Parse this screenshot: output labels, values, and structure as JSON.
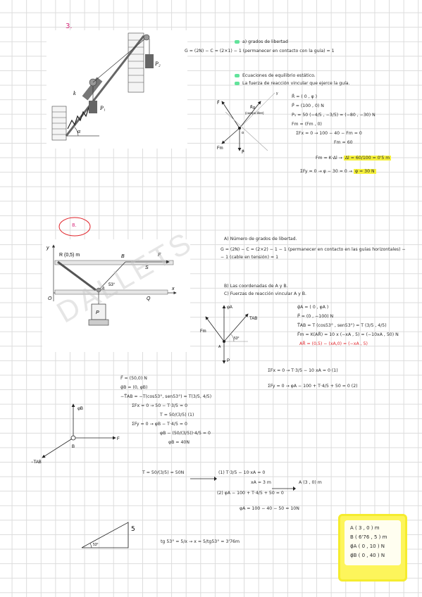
{
  "problem3": {
    "number": "3.",
    "fig": {
      "k": "k",
      "P1": "P₁",
      "P2": "P₂",
      "alpha": "α"
    },
    "a_label": "a) grados de libertad",
    "a_eq": "G = (2N) − C = (2×1) − 1 (permanecer en contacto con la guía) = 1",
    "b_label": "Ecuaciones de equilibrio estático.",
    "c_label": "La fuerza de reacción vincular que ejerce la guía.",
    "diagram": {
      "F": "F⃗",
      "Rg": "R⃗g",
      "Rg_note": "(cuerpo libre)",
      "Fm": "Fm",
      "P": "P⃗",
      "angle": "α",
      "y": "y"
    },
    "lines": [
      "R⃗ = ( 0 , φ )",
      "P⃗ = (100 , 0) N",
      "P₁ = 50 (−4/5 , −3/5) = (−80 , −30) N",
      "Fm = (Fm , 0)",
      "ΣFx = 0  →  100 − 40 − Fm = 0",
      "Fm = 60"
    ],
    "line_k": "Fm = K·Δl  →  ",
    "line_k_hl": "Δl = 60/100 = 0'5 m",
    "line_fy": "ΣFy = 0  →  φ − 30 = 0  →  ",
    "line_fy_hl": "φ = 30 N"
  },
  "problem8": {
    "number": "8.",
    "fig": {
      "R": "R (0,5) m",
      "B": "B",
      "F": "F",
      "S": "S",
      "y": "y",
      "O": "O",
      "A": "A",
      "Q": "Q",
      "x": "x",
      "angle": "53°",
      "P": "P"
    },
    "watermark": "DALLETS",
    "a_label": "A) Número de grados de libertad.",
    "a_eq": "G = (2N) − C = (2×2) − 1 − 1 (permanecer en contacto en las guías horizontales) −",
    "a_eq2": "− 1 (cable en tensión) = 1",
    "b_label": "B) Las coordenadas de A y B.",
    "c_label": "C) Fuerzas de reacción vincular A y B.",
    "fbd": {
      "phiA": "φA",
      "TAB": "TAB",
      "Fm": "Fm",
      "P": "P",
      "angle": "53°",
      "A": "A"
    },
    "right_lines": [
      "φ⃗A = ( 0 , φA )",
      "P⃗ = (0 , −100) N",
      "T⃗AB = T (cos53° , sen53°) = T (3/5 , 4/5)",
      "F⃗m = K(AR⃗) = 10 x (−xA , 5) = (−10xA , 50) N"
    ],
    "red_line": "AR⃗ = (0,5) − (xA,0) = (−xA , 5)",
    "eq1": "ΣFx = 0  →  T·3/5 − 10 xA = 0   (1)",
    "eq2": "ΣFy = 0  →  φA − 100 + T·4/5 + 50 = 0  (2)",
    "left_lines": [
      "F⃗ = (50,0) N",
      "φ⃗B = (0, φB)",
      "−T⃗AB = −T(cos53°, sen53°) = T(3/5, 4/5)",
      "ΣFx = 0  →  50 − T·3/5 = 0",
      "T = 50/(3/5)  (1)",
      "ΣFy = 0  →  φB − T·4/5 = 0",
      "φB − (50/(3/5))·4/5 = 0",
      "φB = 40N"
    ],
    "fbdB": {
      "phiB": "φB",
      "F": "F",
      "B": "B",
      "TAB": "−TAB"
    },
    "t_line": "T = 50/(3/5) = 50N",
    "t_arrow": "(1) T·3/5 − 10·xA = 0",
    "xa_line": "xA = 3 m",
    "xa_result": "A (3 , 0) m",
    "eq2_line": "(2) φA − 100 + T·4/5 + 50 = 0",
    "phiA_line": "φA = 100 − 40 − 50 = 10N",
    "triangle": {
      "angle": "53°",
      "side": "5"
    },
    "tan_line": "tg 53° = 5/x  →  x = 5/tg53° = 3'76m",
    "summary": [
      "A ( 3 , 0 ) m",
      "B ( 6'76 , 5 ) m",
      "φ⃗A ( 0 , 10 ) N",
      "φ⃗B ( 0 , 40 ) N"
    ]
  }
}
